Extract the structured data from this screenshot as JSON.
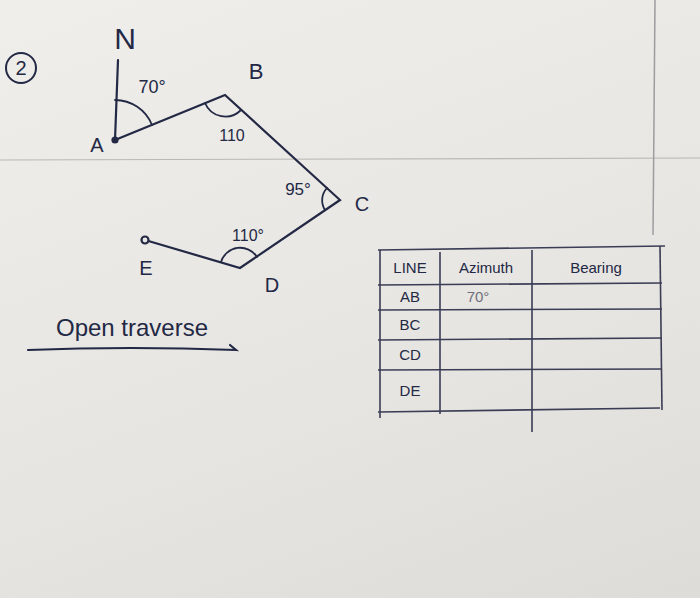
{
  "diagram": {
    "nodes": [
      {
        "text": [
          "2"
        ]
      }
    ],
    "labels": [
      "N",
      "70°",
      "B",
      "A",
      "110",
      "95°",
      "C",
      "110°",
      "E",
      "D",
      "Open traverse",
      "LINE",
      "Azimuth",
      "Bearing",
      "AB",
      "70°",
      "BC",
      "CD",
      "DE"
    ]
  }
}
